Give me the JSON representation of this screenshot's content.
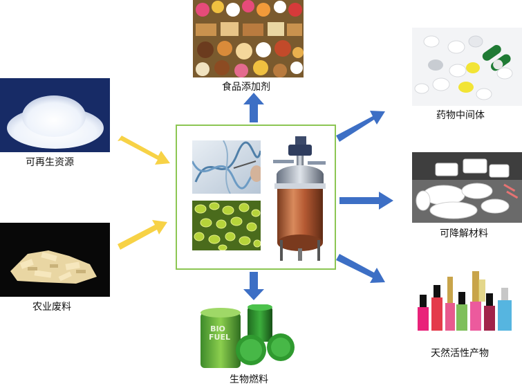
{
  "inputs": [
    {
      "label": "可再生资源",
      "icon": "sugar-pile-image"
    },
    {
      "label": "农业废料",
      "icon": "agricultural-waste-image"
    }
  ],
  "outputs": [
    {
      "label": "食品添加剂",
      "icon": "food-image"
    },
    {
      "label": "药物中间体",
      "icon": "pills-image"
    },
    {
      "label": "可降解材料",
      "icon": "degradable-tableware-image"
    },
    {
      "label": "天然活性产物",
      "icon": "nail-polish-bottles-image"
    },
    {
      "label": "生物燃料",
      "icon": "biofuel-barrels-image"
    }
  ],
  "drum_text": {
    "line1": "BIO",
    "line2": "FUEL"
  },
  "colors": {
    "input_arrow": "#f7d246",
    "output_arrow": "#3d6fc5",
    "center_border": "#8cc653"
  }
}
